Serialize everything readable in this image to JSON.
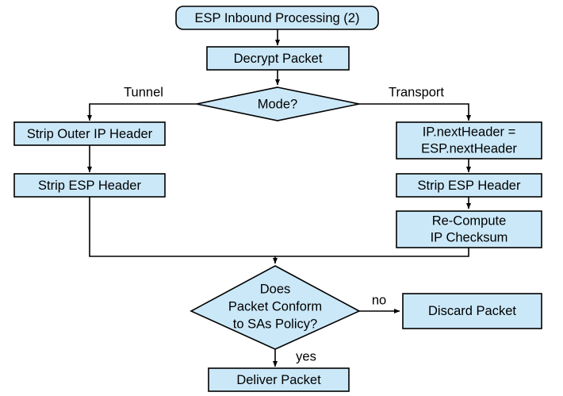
{
  "diagram": {
    "title": "ESP Inbound Processing (2)",
    "style": {
      "node_fill": "#cbe8f8",
      "node_border": "#000000",
      "background": "#ffffff",
      "text_color": "#000000"
    },
    "nodes": {
      "start": {
        "label": "ESP Inbound Processing (2)",
        "shape": "rounded-rectangle"
      },
      "decrypt": {
        "label": "Decrypt Packet",
        "shape": "rectangle"
      },
      "mode": {
        "label": "Mode?",
        "shape": "diamond"
      },
      "strip_outer_ip": {
        "label": "Strip Outer IP Header",
        "shape": "rectangle"
      },
      "strip_esp_tunnel": {
        "label": "Strip ESP Header",
        "shape": "rectangle"
      },
      "next_header": {
        "label_line1": "IP.nextHeader =",
        "label_line2": "ESP.nextHeader",
        "shape": "rectangle"
      },
      "strip_esp_transport": {
        "label": "Strip ESP Header",
        "shape": "rectangle"
      },
      "recompute": {
        "label_line1": "Re-Compute",
        "label_line2": "IP Checksum",
        "shape": "rectangle"
      },
      "conform": {
        "label_line1": "Does",
        "label_line2": "Packet Conform",
        "label_line3": "to SAs Policy?",
        "shape": "diamond"
      },
      "discard": {
        "label": "Discard Packet",
        "shape": "rectangle"
      },
      "deliver": {
        "label": "Deliver Packet",
        "shape": "rectangle"
      }
    },
    "edge_labels": {
      "tunnel": "Tunnel",
      "transport": "Transport",
      "no": "no",
      "yes": "yes"
    }
  }
}
